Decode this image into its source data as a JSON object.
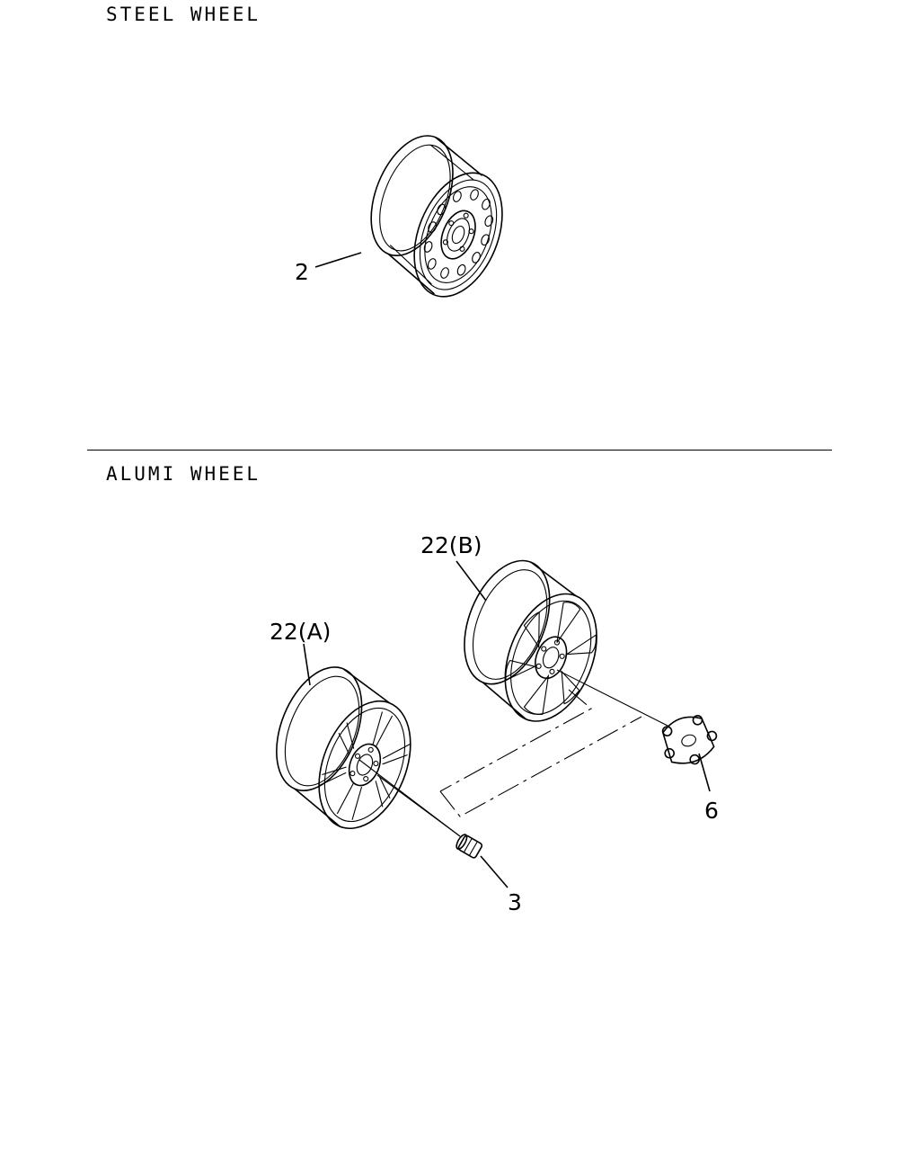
{
  "sections": {
    "steel": {
      "title": "STEEL WHEEL"
    },
    "alumi": {
      "title": "ALUMI WHEEL"
    }
  },
  "callouts": {
    "steel_wheel": "2",
    "alumi_wheel_a": "22(A)",
    "alumi_wheel_b": "22(B)",
    "wheel_nut": "3",
    "center_cap": "6"
  },
  "colors": {
    "line": "#000000",
    "background": "#ffffff"
  }
}
